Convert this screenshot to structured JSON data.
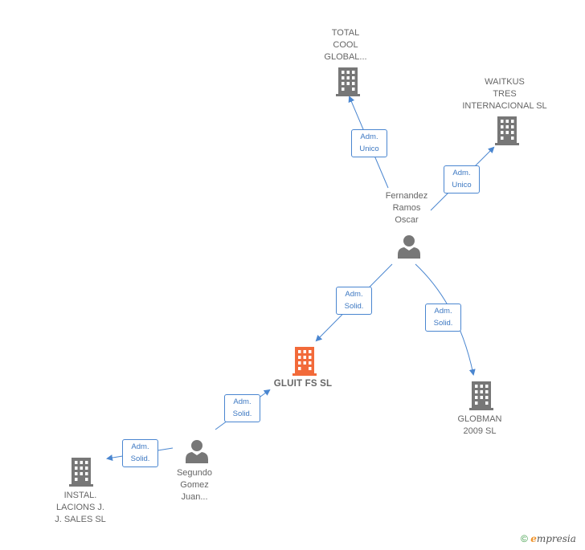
{
  "nodes": {
    "total_cool": {
      "label": "TOTAL\nCOOL\nGLOBAL...",
      "type": "company"
    },
    "waitkus": {
      "label": "WAITKUS\nTRES\nINTERNACIONAL SL",
      "type": "company"
    },
    "fernandez": {
      "label": "Fernandez\nRamos\nOscar",
      "type": "person"
    },
    "gluit": {
      "label": "GLUIT FS  SL",
      "type": "company",
      "highlight": "#f26a3a"
    },
    "globman": {
      "label": "GLOBMAN\n2009 SL",
      "type": "company"
    },
    "segundo": {
      "label": "Segundo\nGomez\nJuan...",
      "type": "person"
    },
    "instal": {
      "label": "INSTAL.\nLACIONS J.\nJ. SALES SL",
      "type": "company"
    }
  },
  "edges": {
    "e1": {
      "label": "Adm.\nUnico"
    },
    "e2": {
      "label": "Adm.\nUnico"
    },
    "e3": {
      "label": "Adm.\nSolid."
    },
    "e4": {
      "label": "Adm.\nSolid."
    },
    "e5": {
      "label": "Adm.\nSolid."
    },
    "e6": {
      "label": "Adm.\nSolid."
    }
  },
  "footer": {
    "copyright": "©",
    "brand_first": "e",
    "brand_rest": "mpresia"
  },
  "colors": {
    "edge": "#4a86d0",
    "icon": "#777777",
    "highlight": "#f26a3a"
  }
}
